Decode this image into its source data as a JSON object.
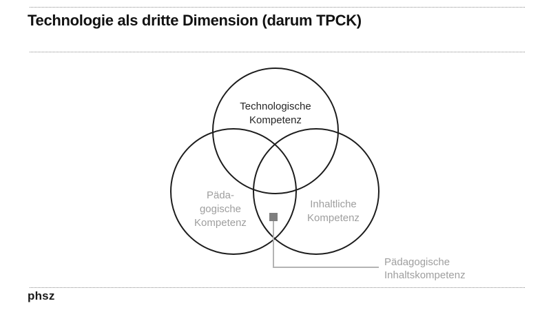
{
  "slide": {
    "title": "Technologie als dritte Dimension (darum TPCK)",
    "footer_logo": "phsz"
  },
  "venn": {
    "top_circle": {
      "name": "Technologische Kompetenz",
      "label_lines": [
        "Technologische",
        "Kompetenz"
      ]
    },
    "left_circle": {
      "name": "Pädagogische Kompetenz",
      "label_lines": [
        "Päda-",
        "gogische",
        "Kompetenz"
      ]
    },
    "right_circle": {
      "name": "Inhaltliche Kompetenz",
      "label_lines": [
        "Inhaltliche",
        "Kompetenz"
      ]
    },
    "intersection_callout": {
      "name": "Pädagogische Inhaltskompetenz",
      "label_lines": [
        "Pädagogische",
        "Inhaltskompetenz"
      ],
      "marker": "gray-square"
    }
  },
  "colors": {
    "background": "#ffffff",
    "title_text": "#121212",
    "circle_stroke": "#1c1c1c",
    "dark_label_text": "#262626",
    "gray_label_text": "#9e9e9e",
    "callout_line": "#b3b3b3",
    "marker_fill": "#7f7f7f",
    "dotted_divider": "#8a8a8a"
  }
}
